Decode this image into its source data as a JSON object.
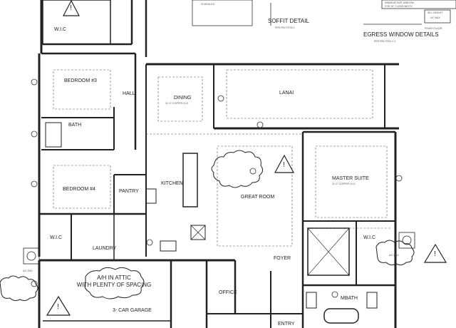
{
  "title_block": {
    "soffit_detail": "SOFFIT DETAIL",
    "soffit_ref": "PER FBC R703.2",
    "egress_title": "EGRESS WINDOW DETAILS",
    "egress_ref": "PER FBC R310.1.1",
    "sill_height": "SILL HEIGHT",
    "sill_value": "44\" MAX",
    "minimum_size": "MINIMUM SIZE WINDOW",
    "minimum_value": "FOR 20\" CLEAR WIDTH",
    "finish_floor": "FINISH FLOOR",
    "schedule": "SCHEDULE:"
  },
  "rooms": {
    "wic_top": {
      "name": "W.I.C"
    },
    "bedroom3": {
      "name": "BEDROOM #3"
    },
    "hall": {
      "name": "HALL"
    },
    "dining": {
      "name": "DINING",
      "sub": "11'-0\" COFFER CLG."
    },
    "lanai": {
      "name": "LANAI"
    },
    "bath": {
      "name": "BATH"
    },
    "kitchen": {
      "name": "KITCHEN"
    },
    "pantry": {
      "name": "PANTRY"
    },
    "bedroom4": {
      "name": "BEDROOM #4"
    },
    "great_room": {
      "name": "GREAT ROOM"
    },
    "master_suite": {
      "name": "MASTER SUITE",
      "sub": "11'-0\" COFFER CLG."
    },
    "wic_left": {
      "name": "W.I.C"
    },
    "laundry": {
      "name": "LAUNDRY"
    },
    "wic_right": {
      "name": "W.I.C"
    },
    "foyer": {
      "name": "FOYER"
    },
    "office": {
      "name": "OFFICE"
    },
    "mbath": {
      "name": "MBATH"
    },
    "entry": {
      "name": "ENTRY"
    },
    "garage": {
      "name": "3- CAR GARAGE"
    }
  },
  "callouts": {
    "attic_line1": "A/H IN ATTIC",
    "attic_line2": "WITH PLENTY OF SPACING",
    "ac_pad_left": "A/C PAD",
    "ac_pad_right": "A/C PAD",
    "revision_marker": "!"
  },
  "colors": {
    "line": "#222222",
    "dash": "#555555",
    "paper": "#ffffff"
  }
}
